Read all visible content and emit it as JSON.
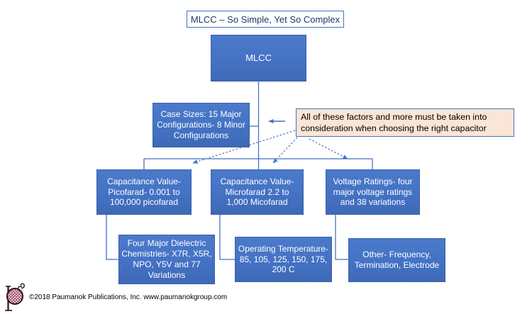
{
  "title": {
    "text": "MLCC – So Simple, Yet So Complex"
  },
  "nodes": {
    "mlcc": "MLCC",
    "case_sizes": "Case Sizes: 15 Major Configurations- 8 Minor Configurations",
    "cap_picofarad": "Capacitance Value- Picofarad- 0.001 to 100,000 picofarad",
    "cap_microfarad": "Capacitance Value- Microfarad 2.2 to 1,000 Micofarad",
    "voltage_ratings": "Voltage Ratings- four major voltage ratings and 38 variations",
    "dielectric": "Four Major Dielectric Chemistries- X7R, X5R, NPO, Y5V and 77 Variations",
    "operating_temp": "Operating Temperature- 85, 105, 125, 150, 175, 200 C",
    "other": "Other- Frequency, Termination, Electrode"
  },
  "callout": {
    "text": "All of these factors and more must be taken into consideration when choosing the right capacitor"
  },
  "footer": {
    "copyright": "©2018 Paumanok Publications, Inc. www.paumanokgroup.com"
  },
  "colors": {
    "node_fill": "#4472c4",
    "node_border": "#3a62a8",
    "node_text": "#ffffff",
    "connector_blue": "#4472c4",
    "title_text": "#1f3864",
    "callout_bg": "#fbe5d6",
    "logo_maroon": "#7b2140"
  }
}
